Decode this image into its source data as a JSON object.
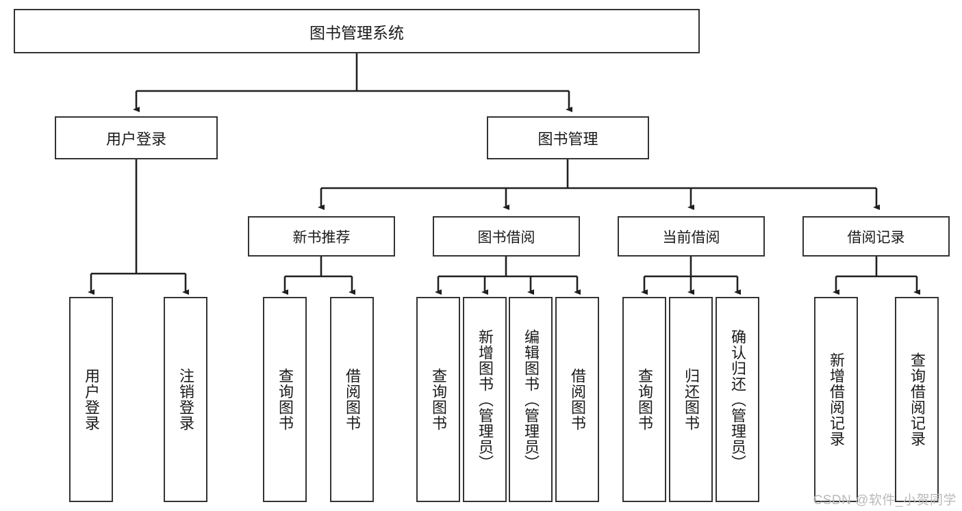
{
  "diagram": {
    "title_node": {
      "label": "图书管理系统"
    },
    "level2": [
      {
        "id": "user-login",
        "label": "用户登录"
      },
      {
        "id": "book-management",
        "label": "图书管理"
      }
    ],
    "level3": [
      {
        "id": "new-book-recommend",
        "label": "新书推荐"
      },
      {
        "id": "book-borrow",
        "label": "图书借阅"
      },
      {
        "id": "current-borrow",
        "label": "当前借阅"
      },
      {
        "id": "borrow-record",
        "label": "借阅记录"
      }
    ],
    "leaves": {
      "user_login": [
        {
          "id": "leaf-user-login",
          "label": "用户登录"
        },
        {
          "id": "leaf-logout-login",
          "label": "注销登录"
        }
      ],
      "new_book_recommend": [
        {
          "id": "leaf-query-book-1",
          "label": "查询图书"
        },
        {
          "id": "leaf-borrow-book-1",
          "label": "借阅图书"
        }
      ],
      "book_borrow": [
        {
          "id": "leaf-query-book-2",
          "label": "查询图书"
        },
        {
          "id": "leaf-add-book",
          "label": "新增图书（管理员）"
        },
        {
          "id": "leaf-edit-book",
          "label": "编辑图书（管理员）"
        },
        {
          "id": "leaf-borrow-book-2",
          "label": "借阅图书"
        }
      ],
      "current_borrow": [
        {
          "id": "leaf-query-book-3",
          "label": "查询图书"
        },
        {
          "id": "leaf-return-book",
          "label": "归还图书"
        },
        {
          "id": "leaf-confirm-return",
          "label": "确认归还（管理员）"
        }
      ],
      "borrow_record": [
        {
          "id": "leaf-add-record",
          "label": "新增借阅记录"
        },
        {
          "id": "leaf-query-record",
          "label": "查询借阅记录"
        }
      ]
    }
  },
  "watermark": {
    "text": "CSDN @软件_小贺同学"
  },
  "colors": {
    "box_border": "#333333",
    "box_fill": "#ffffff",
    "edge": "#1f1f1f",
    "text": "#1a1a1a",
    "watermark": "#b9b9b9"
  }
}
